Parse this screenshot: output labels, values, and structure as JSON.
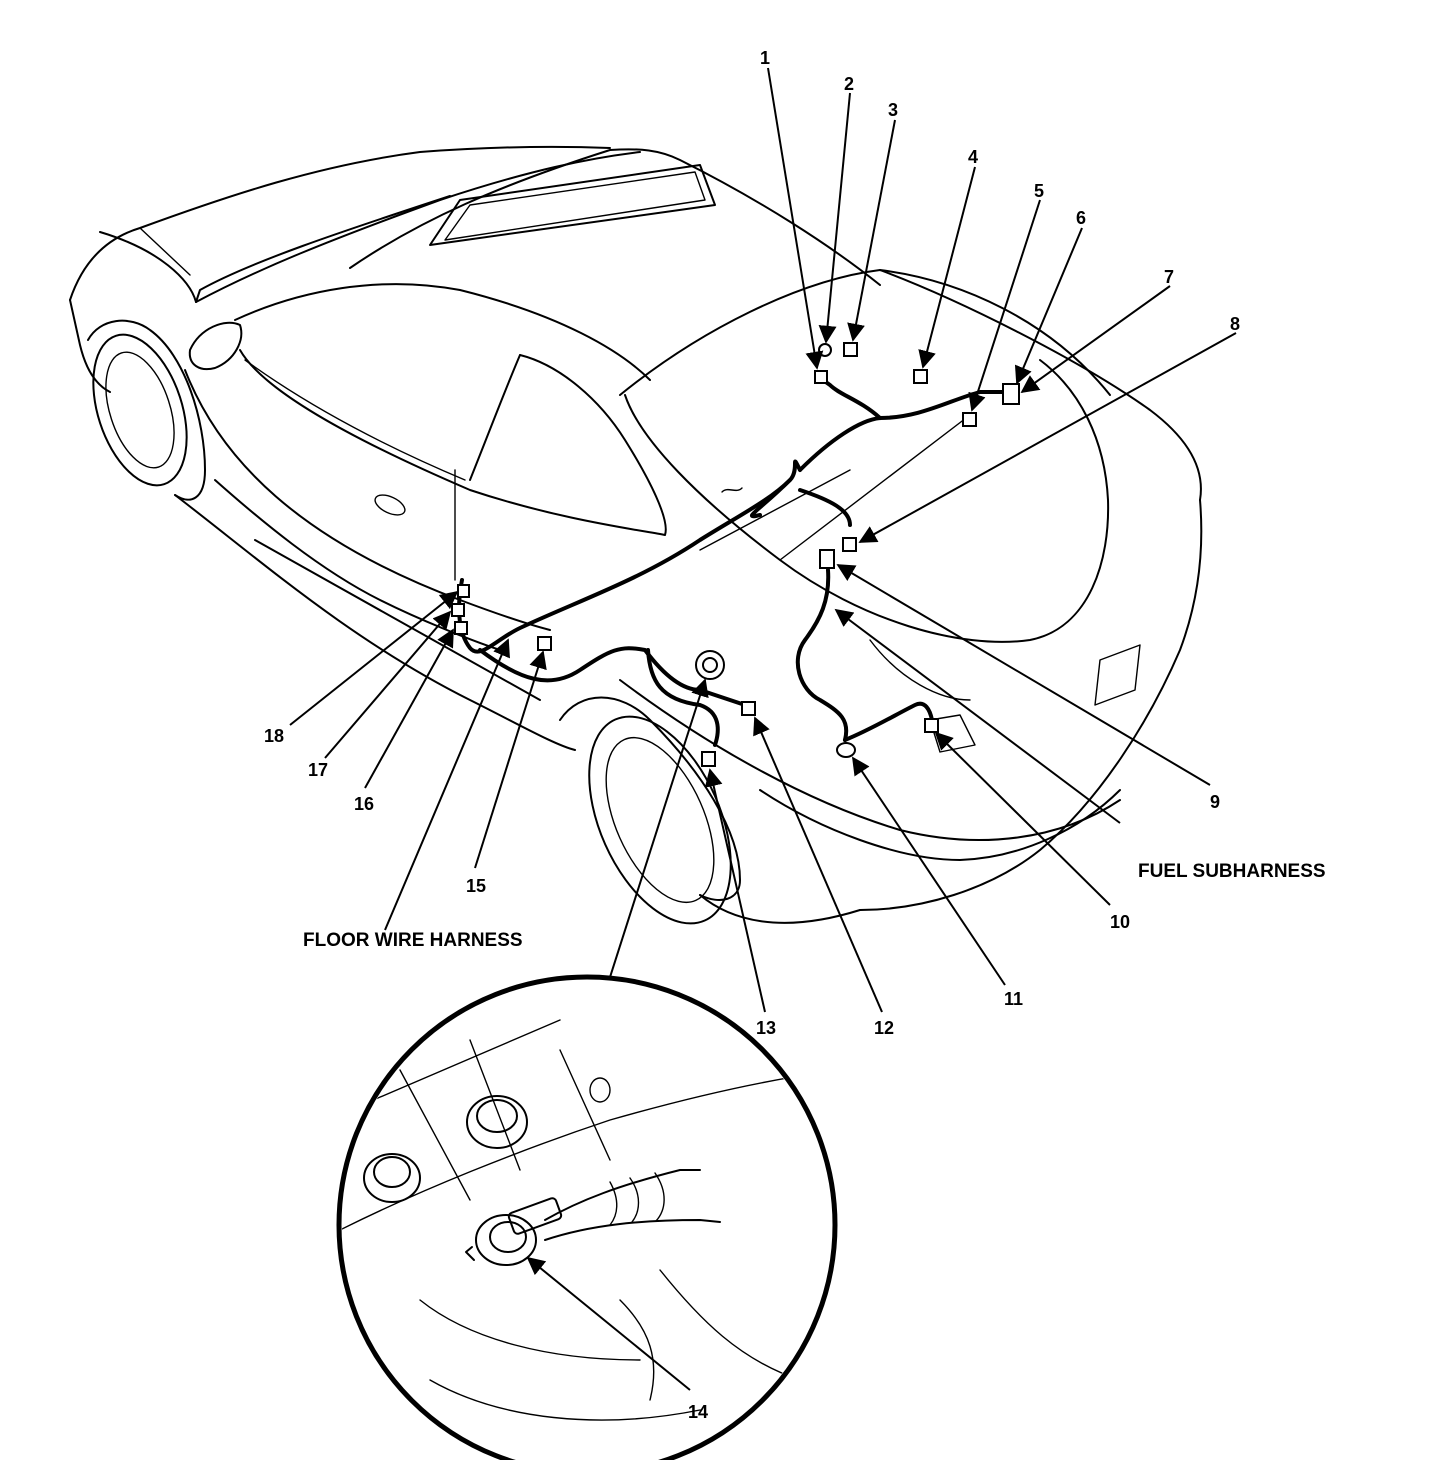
{
  "callouts": [
    "1",
    "2",
    "3",
    "4",
    "5",
    "6",
    "7",
    "8",
    "9",
    "10",
    "11",
    "12",
    "13",
    "14",
    "15",
    "16",
    "17",
    "18"
  ],
  "captions": {
    "floor_wire_harness": "FLOOR WIRE HARNESS",
    "fuel_subharness": "FUEL SUBHARNESS"
  }
}
